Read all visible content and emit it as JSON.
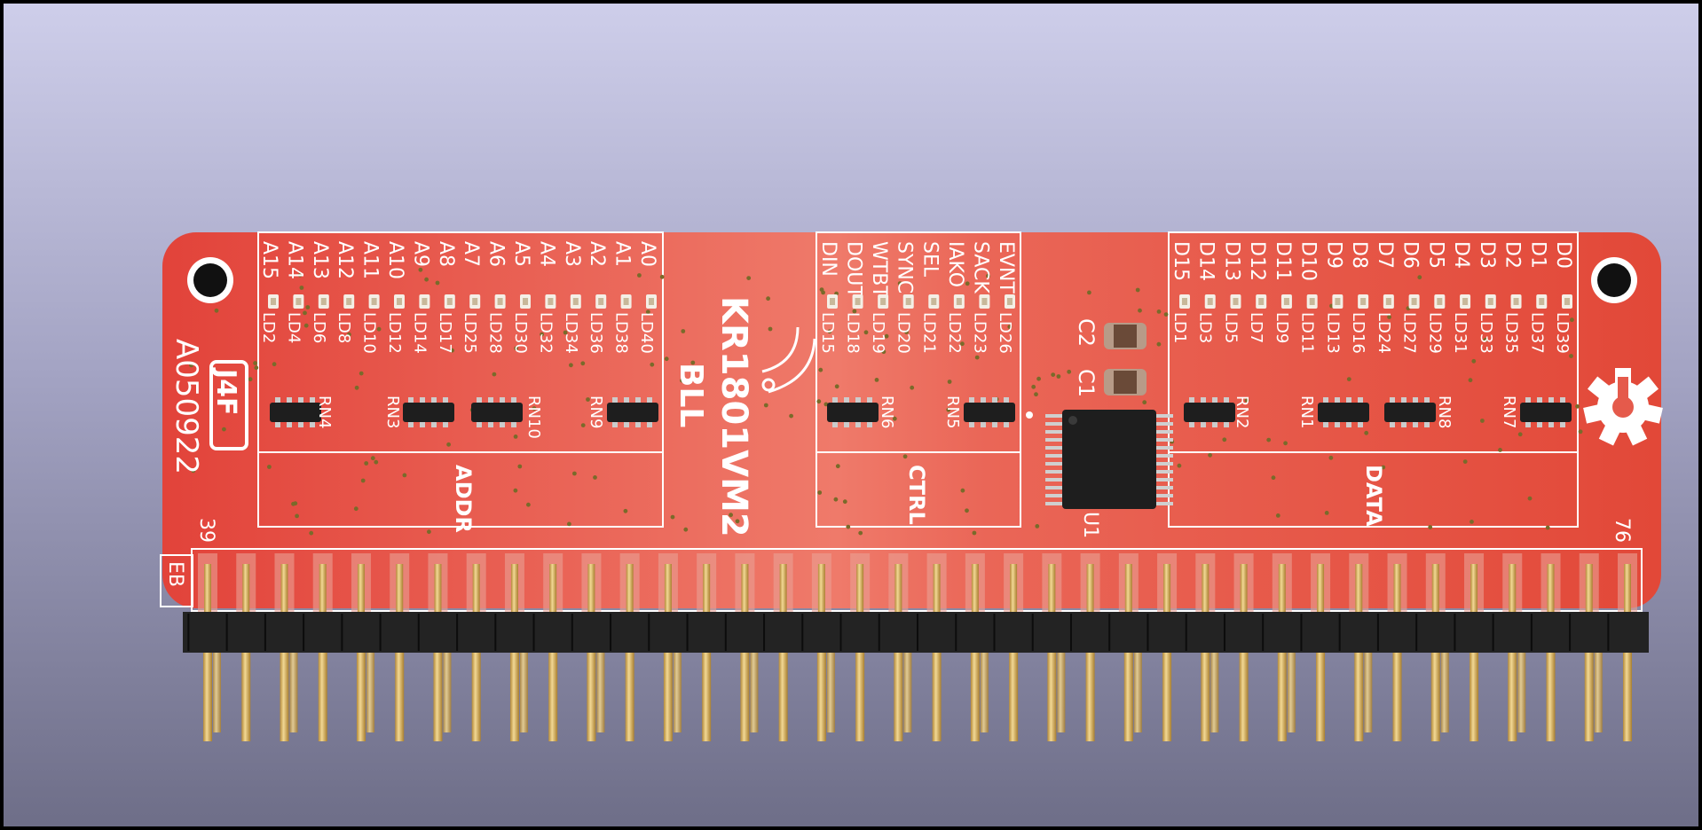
{
  "board": {
    "name": "KR1801VM2",
    "sub": "BLL",
    "date_code": "A050922",
    "logo_text": "J4F",
    "pin_first": "39",
    "pin_last": "76",
    "edge_label": "EB",
    "colors": {
      "pcb": "#e8473a",
      "silk": "#ffffff",
      "gold": "#d9b96a",
      "header": "#232323",
      "ic": "#1e1e1e"
    }
  },
  "sections": {
    "addr": "ADDR",
    "ctrl": "CTRL",
    "data": "DATA"
  },
  "addr_signals": [
    "A15",
    "A14",
    "A13",
    "A12",
    "A11",
    "A10",
    "A9",
    "A8",
    "A7",
    "A6",
    "A5",
    "A4",
    "A3",
    "A2",
    "A1",
    "A0"
  ],
  "addr_leds": [
    "LD2",
    "LD4",
    "LD6",
    "LD8",
    "LD10",
    "LD12",
    "LD14",
    "LD17",
    "LD25",
    "LD28",
    "LD30",
    "LD32",
    "LD34",
    "LD36",
    "LD38",
    "LD40"
  ],
  "addr_rn": [
    "RN4",
    "RN3",
    "RN10",
    "RN9"
  ],
  "ctrl_signals": [
    "DIN",
    "DOUT",
    "WTBT",
    "SYNC",
    "SEL",
    "IAKO",
    "SACK",
    "EVNT"
  ],
  "ctrl_leds": [
    "LD15",
    "LD18",
    "LD19",
    "LD20",
    "LD21",
    "LD22",
    "LD23",
    "LD26"
  ],
  "ctrl_rn": [
    "RN6",
    "RN5"
  ],
  "data_signals": [
    "D15",
    "D14",
    "D13",
    "D12",
    "D11",
    "D10",
    "D9",
    "D8",
    "D7",
    "D6",
    "D5",
    "D4",
    "D3",
    "D2",
    "D1",
    "D0"
  ],
  "data_leds": [
    "LD1",
    "LD3",
    "LD5",
    "LD7",
    "LD9",
    "LD11",
    "LD13",
    "LD16",
    "LD24",
    "LD27",
    "LD29",
    "LD31",
    "LD33",
    "LD35",
    "LD37",
    "LD39"
  ],
  "data_rn": [
    "RN2",
    "RN1",
    "RN8",
    "RN7"
  ],
  "caps": [
    "C2",
    "C1"
  ],
  "ic": "U1"
}
